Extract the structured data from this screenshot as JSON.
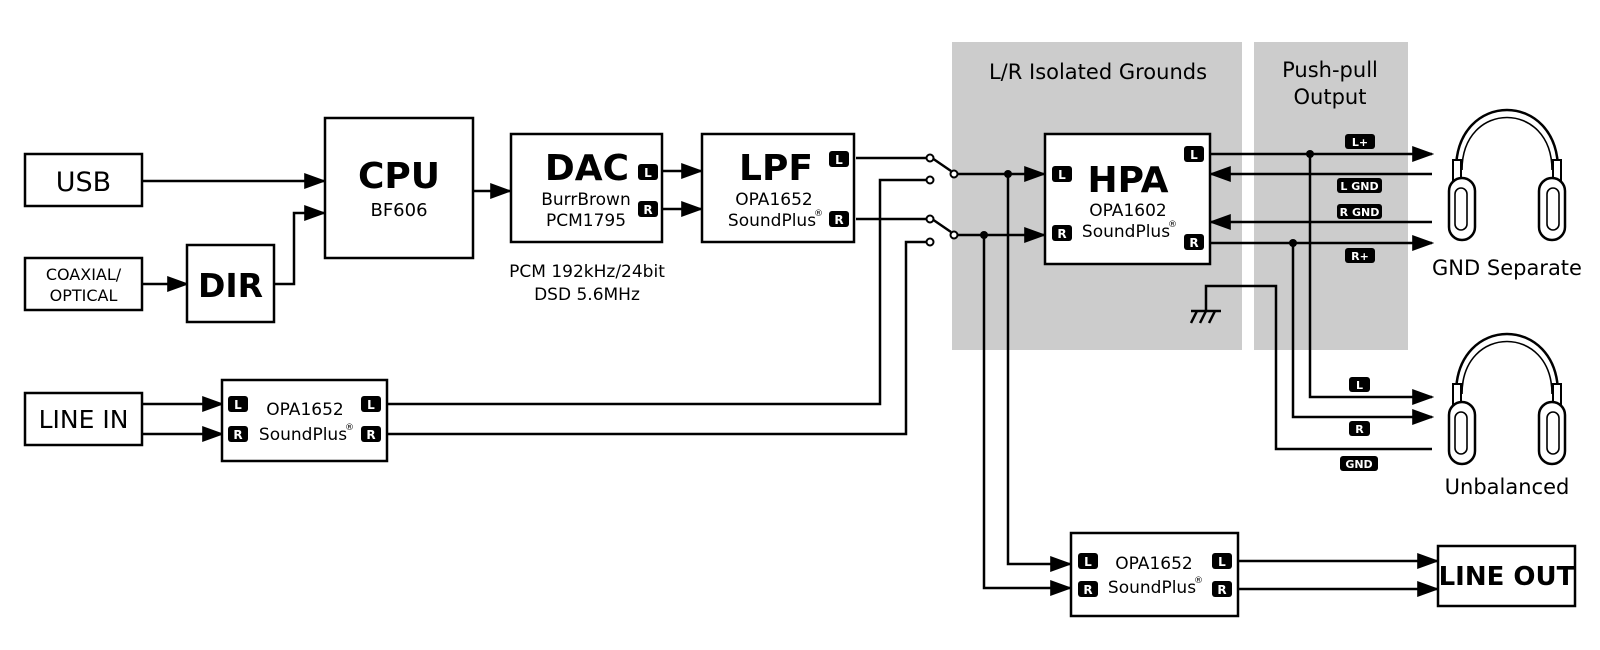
{
  "zones": {
    "isolated": "L/R Isolated Grounds",
    "pushpull_1": "Push-pull",
    "pushpull_2": "Output"
  },
  "blocks": {
    "usb": "USB",
    "coaxial_1": "COAXIAL/",
    "coaxial_2": "OPTICAL",
    "dir": "DIR",
    "cpu": "CPU",
    "cpu_sub": "BF606",
    "dac": "DAC",
    "dac_sub1": "BurrBrown",
    "dac_sub2": "PCM1795",
    "dac_note1": "PCM 192kHz/24bit",
    "dac_note2": "DSD 5.6MHz",
    "lpf": "LPF",
    "lpf_sub1": "OPA1652",
    "lpf_sub2": "SoundPlus",
    "line_in": "LINE IN",
    "line_in_amp1": "OPA1652",
    "line_in_amp2": "SoundPlus",
    "hpa": "HPA",
    "hpa_sub1": "OPA1602",
    "hpa_sub2": "SoundPlus",
    "line_out_amp1": "OPA1652",
    "line_out_amp2": "SoundPlus",
    "line_out": "LINE OUT"
  },
  "badges": {
    "L": "L",
    "R": "R",
    "l_plus": "L+",
    "l_gnd": "L GND",
    "r_gnd": "R GND",
    "r_plus": "R+",
    "gnd": "GND"
  },
  "outputs": {
    "gnd_separate": "GND Separate",
    "unbalanced": "Unbalanced"
  },
  "registered_mark": "®"
}
